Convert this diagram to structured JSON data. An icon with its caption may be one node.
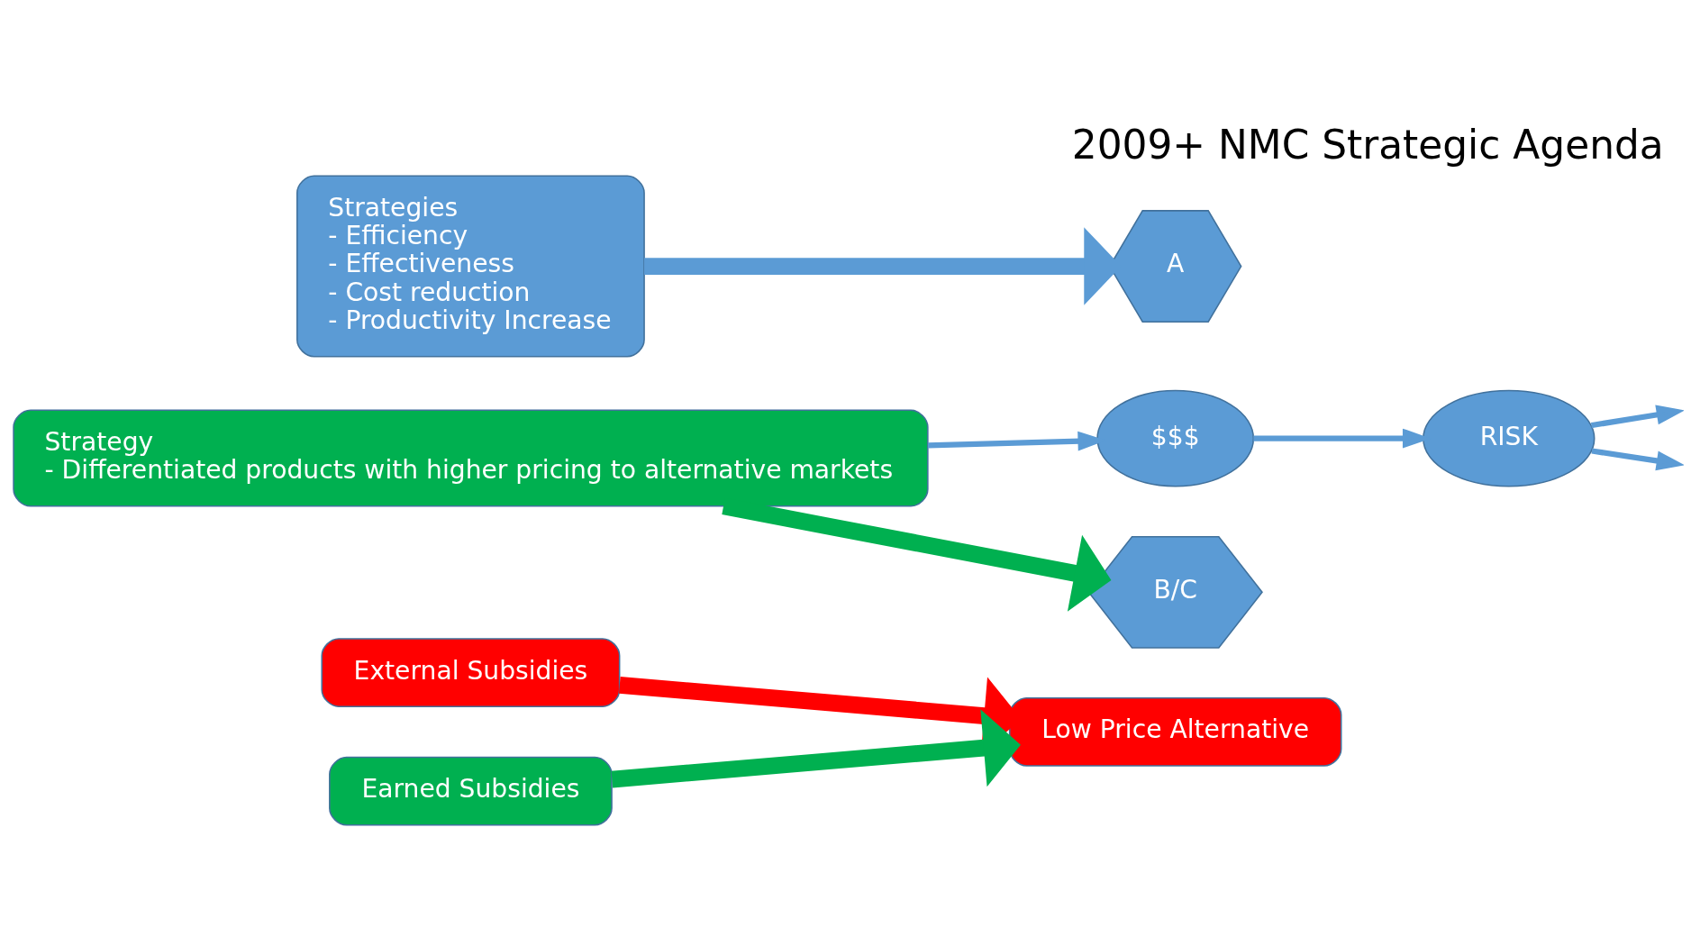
{
  "diagram": {
    "title": "2009+ NMC Strategic Agenda",
    "nodes": [
      {
        "text": [
          "External Subsidies"
        ]
      },
      {
        "text": [
          "Low Price Alternative"
        ]
      },
      {
        "text": [
          "$$$"
        ]
      },
      {
        "text": [
          "RISK"
        ]
      },
      {
        "text": [
          "Strategy",
          "- Differentiated products with higher pricing to alternative markets"
        ]
      },
      {
        "text": [
          "Strategies",
          "- Efficiency",
          "- Effectiveness",
          "- Cost reduction",
          "- Productivity Increase"
        ]
      },
      {
        "text": [
          "Earned Subsidies"
        ]
      },
      {
        "text": [
          "B/C"
        ]
      },
      {
        "text": [
          "A"
        ]
      }
    ],
    "edges": [
      {
        "from": 0,
        "to": 1,
        "arrow": "to",
        "style": "thick",
        "color": "#ff0000"
      },
      {
        "from": 4,
        "to": 2,
        "arrow": "to"
      },
      {
        "from": 2,
        "to": 3,
        "arrow": "to"
      },
      {
        "from": 3,
        "to": null,
        "arrow": "to"
      },
      {
        "from": 3,
        "to": null,
        "arrow": "to"
      },
      {
        "from": 4,
        "to": 7,
        "arrow": "to",
        "style": "thick",
        "color": "#00b050"
      },
      {
        "from": 6,
        "to": 1,
        "arrow": "to",
        "style": "thick",
        "color": "#00b050"
      },
      {
        "from": 5,
        "to": 8,
        "arrow": "to",
        "style": "thick"
      }
    ]
  }
}
